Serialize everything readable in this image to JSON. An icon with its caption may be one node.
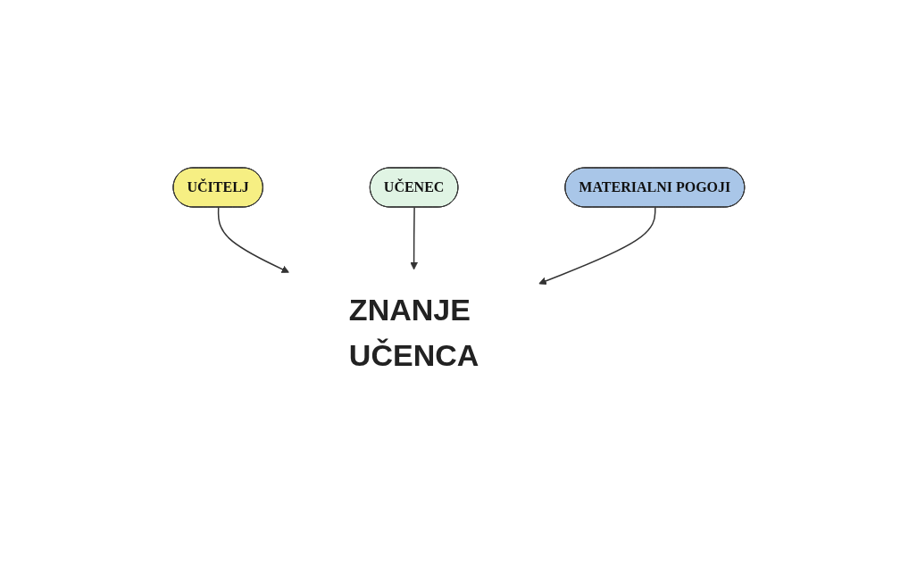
{
  "diagram": {
    "nodes": [
      {
        "text": [
          "UČITELJ"
        ]
      },
      {
        "text": [
          "UČENEC"
        ]
      },
      {
        "text": [
          "ZNANJE UČENCA"
        ]
      },
      {
        "text": [
          "MATERIALNI POGOJI"
        ]
      }
    ],
    "edges": [
      {
        "from": 0,
        "to": 2,
        "arrow": "to"
      },
      {
        "from": 1,
        "to": 2,
        "arrow": "to"
      },
      {
        "from": 3,
        "to": 2,
        "arrow": "to"
      }
    ]
  }
}
